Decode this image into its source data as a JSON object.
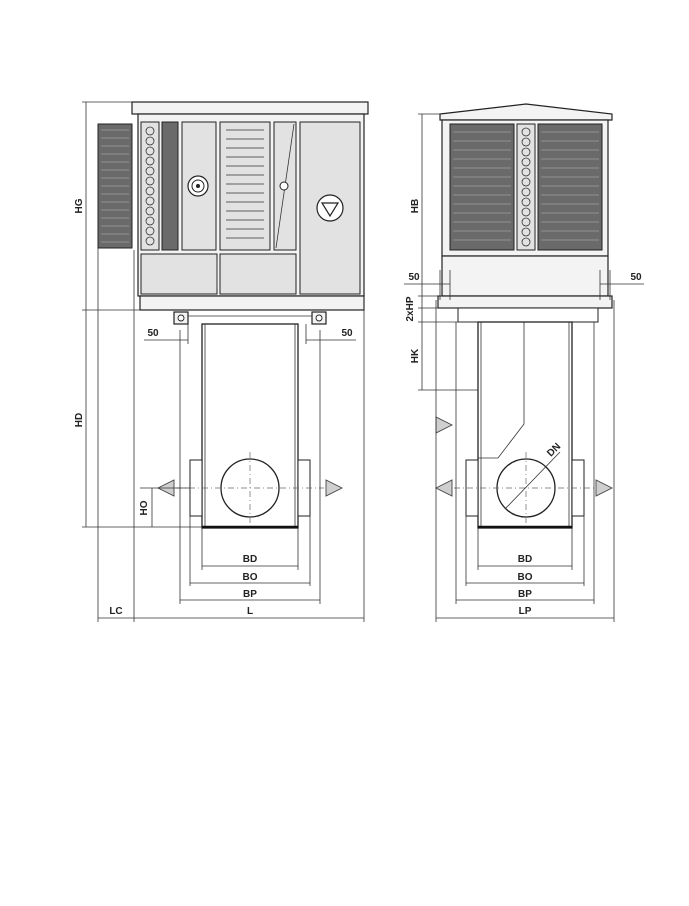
{
  "dimensions": {
    "front": {
      "HG": "HG",
      "HD": "HD",
      "HO": "HO",
      "LC": "LC",
      "L": "L",
      "BD": "BD",
      "BO": "BO",
      "BP": "BP",
      "left_50": "50",
      "right_50": "50"
    },
    "side": {
      "HB": "HB",
      "HP2": "2xHP",
      "HK": "HK",
      "DN": "DN",
      "BD": "BD",
      "BO": "BO",
      "BP": "BP",
      "LP": "LP",
      "left_50": "50",
      "right_50": "50"
    }
  },
  "colors": {
    "line": "#222222",
    "body": "#f3f3f3",
    "panel": "#e2e2e2",
    "grille": "#6a6a6a",
    "arrow": "#cfcfcf"
  },
  "icons": [
    "fan-icon",
    "pump-triangle-icon",
    "flow-arrow-icon"
  ]
}
